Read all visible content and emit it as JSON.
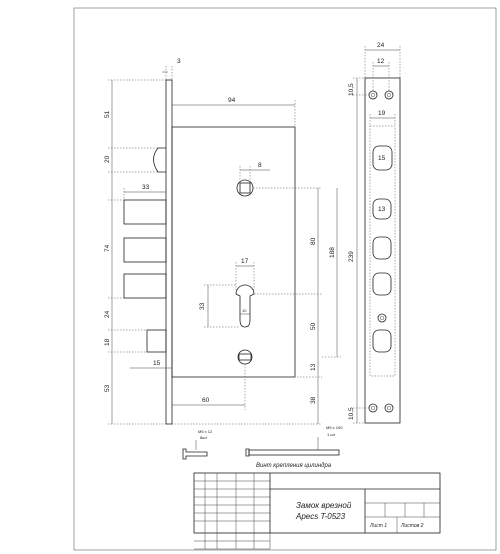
{
  "dimensions": {
    "d3": "3",
    "d94": "94",
    "d51": "51",
    "d20": "20",
    "d33a": "33",
    "d8": "8",
    "d74": "74",
    "d80": "80",
    "d188": "188",
    "d17": "17",
    "d33b": "33",
    "d10": "10",
    "d24a": "24",
    "d50": "50",
    "d18": "18",
    "d15a": "15",
    "d13a": "13",
    "d53": "53",
    "d60": "60",
    "d38": "38",
    "d24b": "24",
    "d12": "12",
    "d105a": "10,5",
    "d19": "19",
    "d239": "239",
    "d15b": "15",
    "d13b": "13",
    "d105b": "10,5"
  },
  "screws": {
    "screw1_spec": "M5 x 12",
    "screw1_qty": "8шт",
    "screw2_spec": "M5 x 100",
    "screw2_qty": "1 шт"
  },
  "caption": "Винт крепления цилиндра",
  "title_block": {
    "line1": "Замок врезной",
    "line2": "Apecs T-0523",
    "sheet": "Лист 1",
    "sheets": "Листов 2"
  }
}
